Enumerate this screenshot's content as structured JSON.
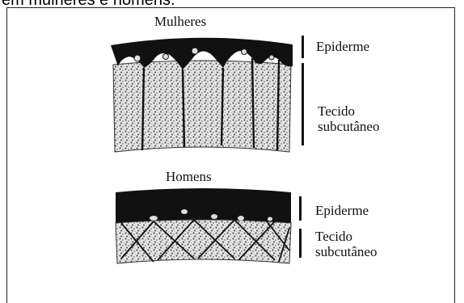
{
  "caption": "em mulheres e homens.",
  "women": {
    "title": "Mulheres",
    "epidermis_label": "Epiderme",
    "subcutaneous_label_line1": "Tecido",
    "subcutaneous_label_line2": "subcutâneo"
  },
  "men": {
    "title": "Homens",
    "epidermis_label": "Epiderme",
    "subcutaneous_label_line1": "Tecido",
    "subcutaneous_label_line2": "subcutâneo"
  },
  "colors": {
    "ink": "#111111",
    "fat_speckle": "#bdbdbd",
    "background": "#ffffff"
  }
}
